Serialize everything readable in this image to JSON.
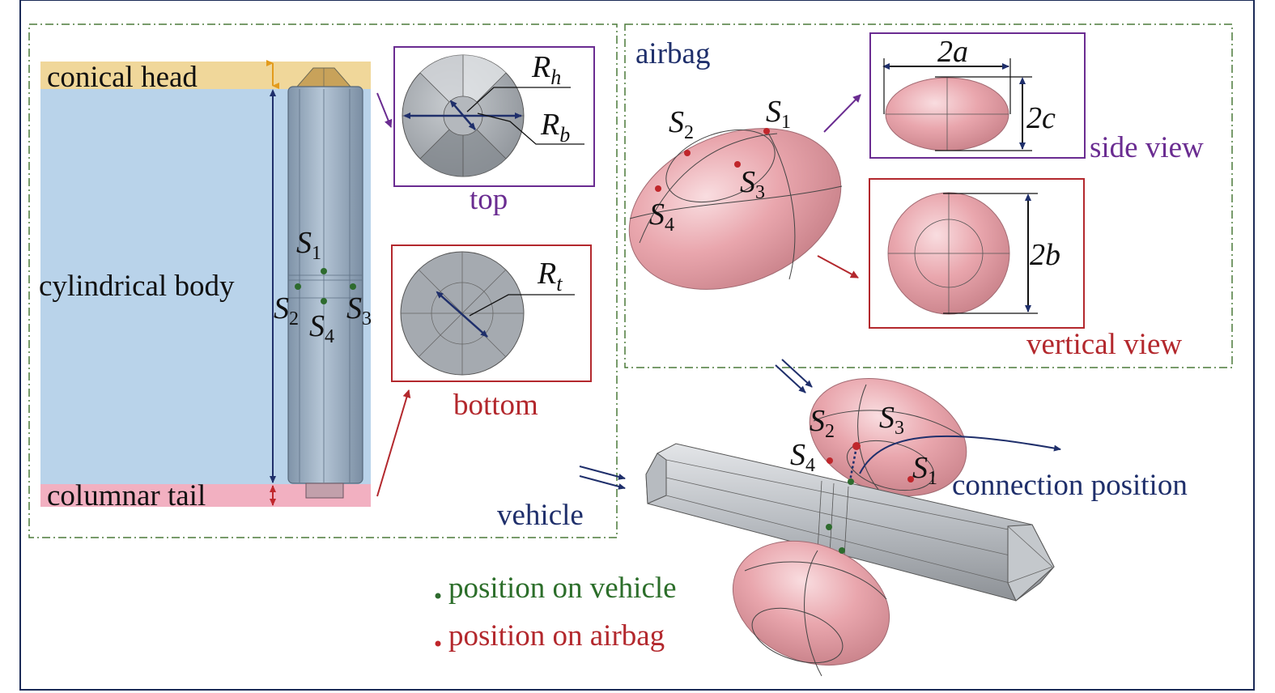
{
  "colors": {
    "frame": "#1b2a57",
    "dashed_box": "#4c7a3a",
    "head_band": "#f0d79a",
    "body_band": "#b9d3ea",
    "tail_band": "#f2b0c1",
    "vehicle_body": "#9eb1c4",
    "airbag": "#e7a4ab",
    "gray_part": "#a9adb3",
    "purple": "#6a2c91",
    "red": "#b3282d",
    "navy": "#1f2f6b",
    "green": "#2c6e2a",
    "point_green": "#2e6b2e",
    "point_red": "#c0262b"
  },
  "left_panel": {
    "conical_head": "conical head",
    "cylindrical_body": "cylindrical body",
    "columnar_tail": "columnar tail",
    "points": {
      "s1": {
        "letter": "S",
        "sub": "1"
      },
      "s2": {
        "letter": "S",
        "sub": "2"
      },
      "s3": {
        "letter": "S",
        "sub": "3"
      },
      "s4": {
        "letter": "S",
        "sub": "4"
      }
    },
    "top_view": {
      "caption": "top",
      "rh": {
        "letter": "R",
        "sub": "h"
      },
      "rb": {
        "letter": "R",
        "sub": "b"
      }
    },
    "bottom_view": {
      "caption": "bottom",
      "rt": {
        "letter": "R",
        "sub": "t"
      }
    },
    "vehicle_label": "vehicle"
  },
  "right_panel": {
    "airbag_label": "airbag",
    "points": {
      "s1": {
        "letter": "S",
        "sub": "1"
      },
      "s2": {
        "letter": "S",
        "sub": "2"
      },
      "s3": {
        "letter": "S",
        "sub": "3"
      },
      "s4": {
        "letter": "S",
        "sub": "4"
      }
    },
    "side_view": {
      "caption": "side view",
      "dim_a": "2a",
      "dim_c": "2c"
    },
    "vertical_view": {
      "caption": "vertical view",
      "dim_b": "2b"
    }
  },
  "bottom_panel": {
    "points": {
      "s1": {
        "letter": "S",
        "sub": "1"
      },
      "s2": {
        "letter": "S",
        "sub": "2"
      },
      "s3": {
        "letter": "S",
        "sub": "3"
      },
      "s4": {
        "letter": "S",
        "sub": "4"
      }
    },
    "connection_label": "connection position",
    "legend_vehicle": "position on vehicle",
    "legend_airbag": "position on airbag"
  }
}
